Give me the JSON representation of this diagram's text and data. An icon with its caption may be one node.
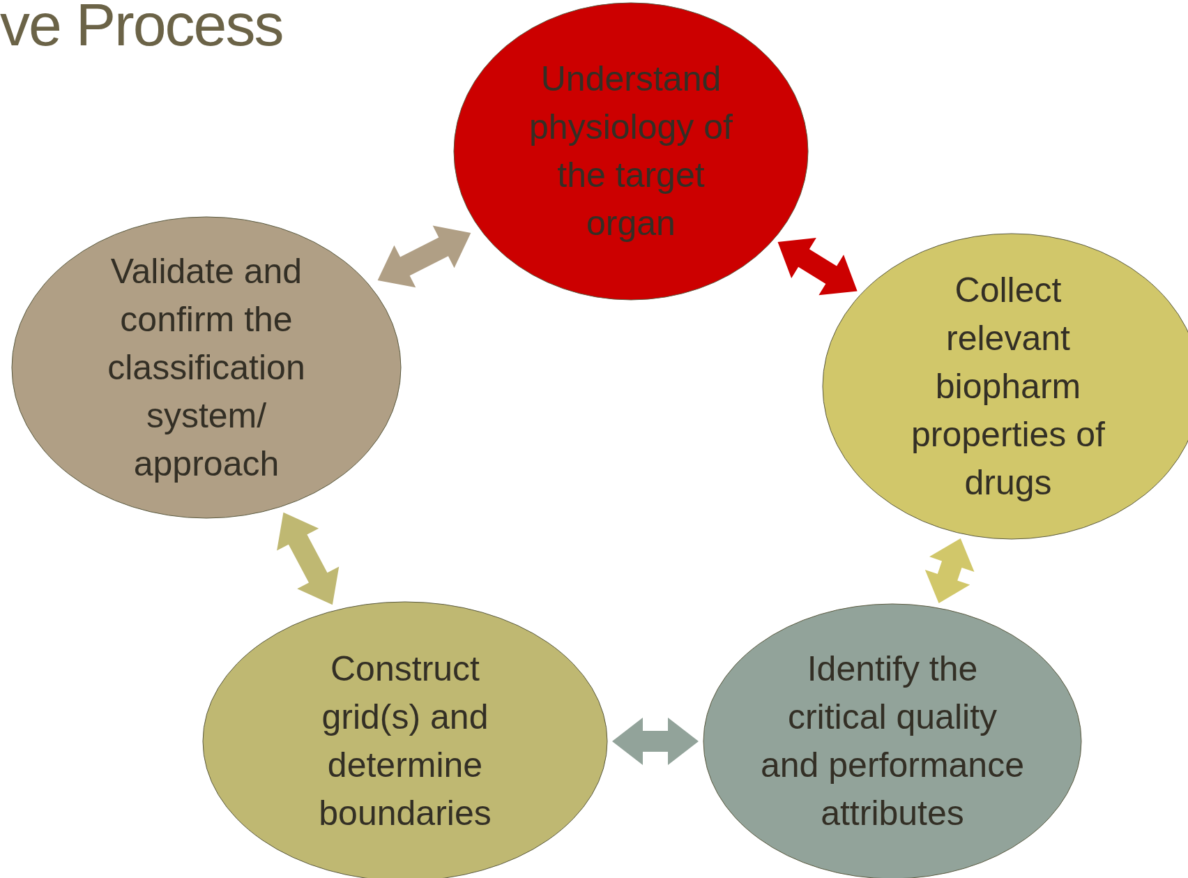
{
  "diagram": {
    "title": "ve Process",
    "nodes": [
      {
        "text": [
          "Understand physiology of the target organ"
        ]
      },
      {
        "text": [
          "Collect relevant biopharm properties of drugs"
        ]
      },
      {
        "text": [
          "Identify the critical quality and performance attributes"
        ]
      },
      {
        "text": [
          "Construct grid(s) and determine boundaries"
        ]
      },
      {
        "text": [
          "Validate and confirm the classification system/ approach"
        ]
      }
    ],
    "edges": [
      {
        "from": 4,
        "to": 0,
        "arrow": "both",
        "color": "#b09f85"
      },
      {
        "from": 0,
        "to": 1,
        "arrow": "both",
        "color": "#cc0000"
      },
      {
        "from": 1,
        "to": 2,
        "arrow": "both",
        "color": "#d1c76a"
      },
      {
        "from": 2,
        "to": 3,
        "arrow": "both",
        "color": "#92a39a"
      },
      {
        "from": 3,
        "to": 4,
        "arrow": "both",
        "color": "#bfb872"
      }
    ]
  }
}
